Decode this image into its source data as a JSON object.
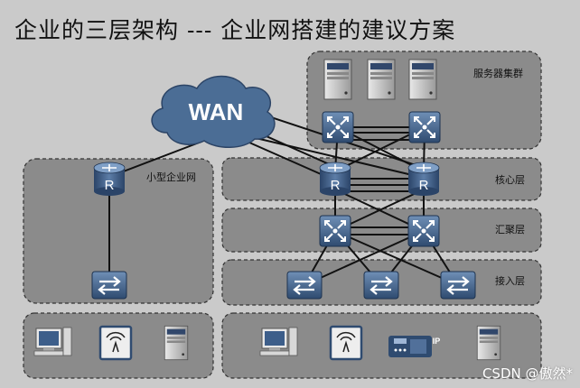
{
  "title": "企业的三层架构 --- 企业网搭建的建议方案",
  "labels": {
    "server_cluster": "服务器集群",
    "small_enterprise": "小型企业网",
    "core": "核心层",
    "aggregation": "汇聚层",
    "access": "接入层"
  },
  "wan_label": "WAN",
  "router_label": "R",
  "ip_label": "IP",
  "watermark": "CSDN @傲然*",
  "colors": {
    "background": "#cacaca",
    "zone_fill": "#8b8b8b",
    "zone_border": "#333333",
    "device_blue": "#3f5f86",
    "cloud": "#4b6d95"
  }
}
